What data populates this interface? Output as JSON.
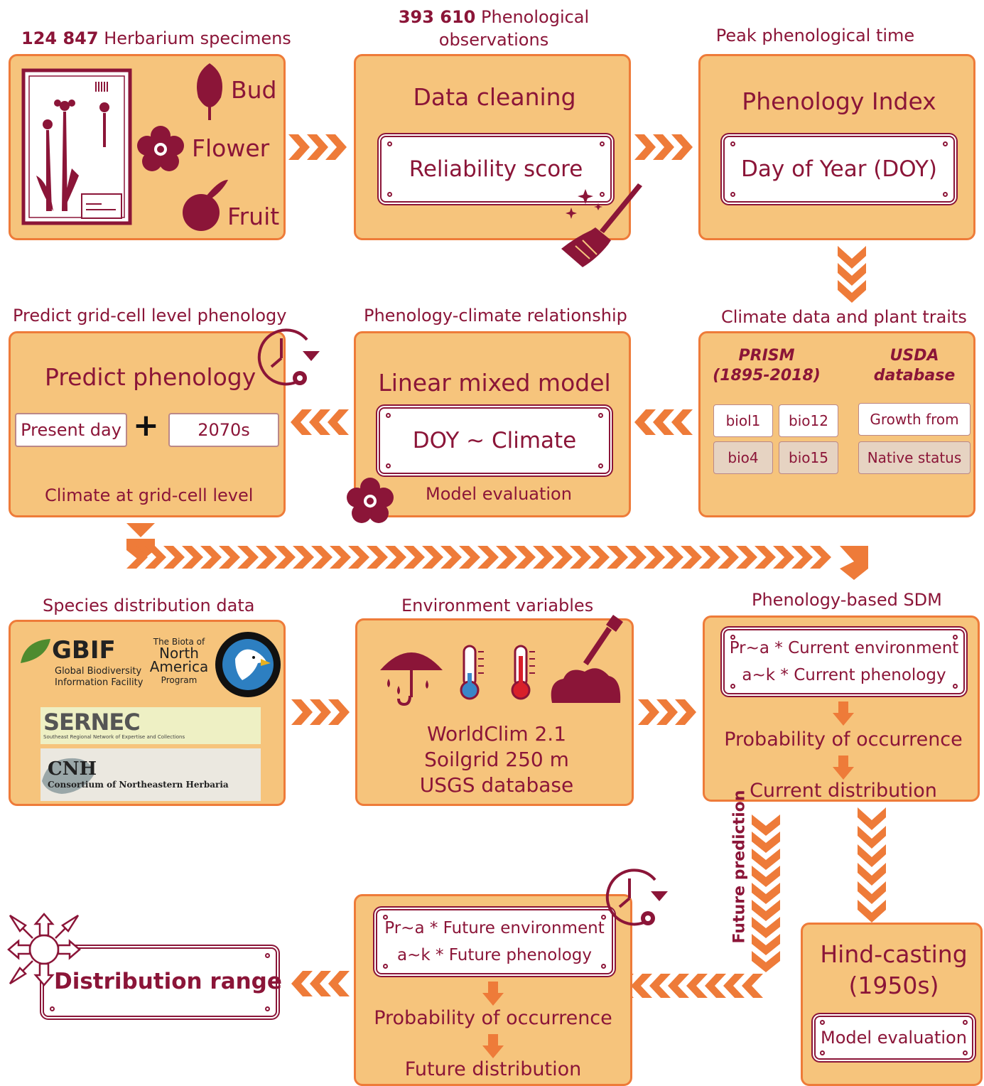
{
  "colors": {
    "accent": "#ee7b39",
    "box_fill": "#f6c47c",
    "text": "#8b1538",
    "arrow": "#ee7b39"
  },
  "row1": {
    "herbarium": {
      "count": "124 847",
      "label": "Herbarium specimens",
      "parts": [
        "Bud",
        "Flower",
        "Fruit"
      ]
    },
    "observations": {
      "count": "393 610",
      "label_line1": "Phenological",
      "label_line2": "observations"
    },
    "cleaning": {
      "title": "Data cleaning",
      "card": "Reliability score"
    },
    "peak": {
      "header": "Peak phenological time",
      "title": "Phenology Index",
      "card": "Day of Year (DOY)"
    }
  },
  "row2": {
    "predict": {
      "header": "Predict grid-cell level phenology",
      "title": "Predict phenology",
      "chip_left": "Present day",
      "plus": "+",
      "chip_right": "2070s",
      "footer": "Climate at grid-cell level"
    },
    "relationship": {
      "header": "Phenology-climate relationship",
      "title": "Linear mixed model",
      "card": "DOY ~ Climate",
      "footer": "Model evaluation"
    },
    "climate": {
      "header": "Climate data and plant traits",
      "prism_line1": "PRISM",
      "prism_line2": "(1895-2018)",
      "usda_line1": "USDA",
      "usda_line2": "database",
      "bio": [
        "biol1",
        "bio12",
        "bio4",
        "bio15"
      ],
      "traits": [
        "Growth from",
        "Native status"
      ]
    }
  },
  "row3": {
    "species": {
      "header": "Species distribution data",
      "gbif": "GBIF",
      "gbif_sub1": "Global Biodiversity",
      "gbif_sub2": "Information Facility",
      "bona_line1": "The Biota of",
      "bona_line2": "North",
      "bona_line3": "America",
      "bona_line4": "Program",
      "sernec": "SERNEC",
      "sernec_sub": "Southeast Regional Network of Expertise and Collections",
      "cnh": "CNH",
      "cnh_sub": "Consortium of Northeastern Herbaria"
    },
    "environment": {
      "header": "Environment variables",
      "sources": [
        "WorldClim 2.1",
        "Soilgrid 250 m",
        "USGS database"
      ]
    },
    "sdm": {
      "header": "Phenology-based SDM",
      "eq1": "Pr~a * Current environment",
      "eq2": "a~k * Current phenology",
      "step1": "Probability of occurrence",
      "step2": "Current distribution"
    }
  },
  "row4": {
    "future_label": "Future prediction",
    "range": {
      "label": "Distribution range"
    },
    "future": {
      "eq1": "Pr~a * Future environment",
      "eq2": "a~k * Future phenology",
      "step1": "Probability of occurrence",
      "step2": "Future distribution"
    },
    "hindcast": {
      "title_line1": "Hind-casting",
      "title_line2": "(1950s)",
      "card": "Model evaluation"
    }
  }
}
